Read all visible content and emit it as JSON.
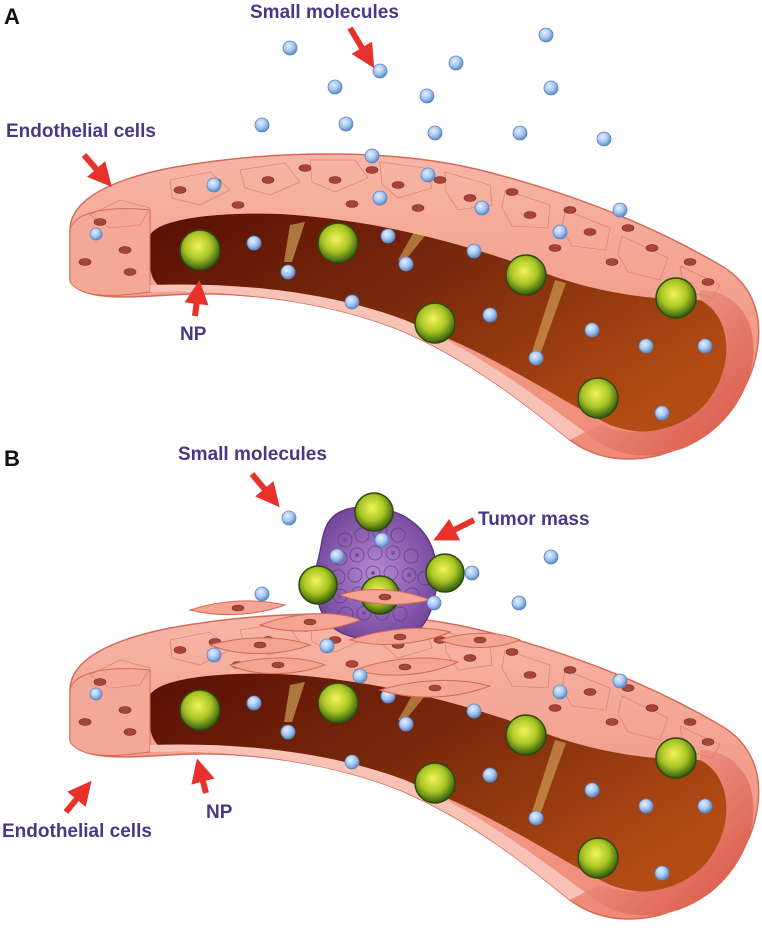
{
  "panels": [
    {
      "letter": "A",
      "labels": {
        "small_molecules": "Small molecules",
        "endothelial_cells": "Endothelial cells",
        "np": "NP"
      }
    },
    {
      "letter": "B",
      "labels": {
        "small_molecules": "Small molecules",
        "tumor_mass": "Tumor mass",
        "endothelial_cells": "Endothelial cells",
        "np": "NP"
      }
    }
  ],
  "colors": {
    "label_text": "#4b3787",
    "arrow": "#e8312a",
    "vessel_outer": "#f2998a",
    "vessel_lumen": "#6a1608",
    "nanoparticle": "#8bb21b",
    "small_molecule": "#9fc3ee",
    "tumor": "#8a5fb0"
  }
}
